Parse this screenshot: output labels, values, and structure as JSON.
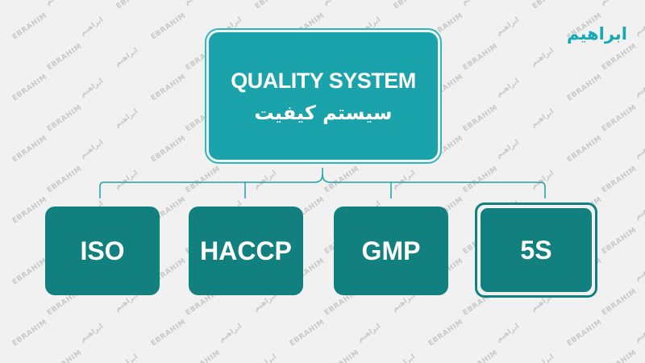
{
  "logo": {
    "text": "ابراهیم"
  },
  "watermark": {
    "latin": "EBRAHIM",
    "persian": "ابراهیم"
  },
  "root": {
    "title": "QUALITY SYSTEM",
    "subtitle": "سیستم کیفیت"
  },
  "children": [
    {
      "label": "ISO"
    },
    {
      "label": "HACCP"
    },
    {
      "label": "GMP"
    },
    {
      "label": "5S"
    }
  ],
  "colors": {
    "background": "#f1f1f1",
    "root_box": "#1aa3ab",
    "child_box": "#12807f",
    "connector": "#1aa3ab",
    "logo": "#16a9b4"
  }
}
